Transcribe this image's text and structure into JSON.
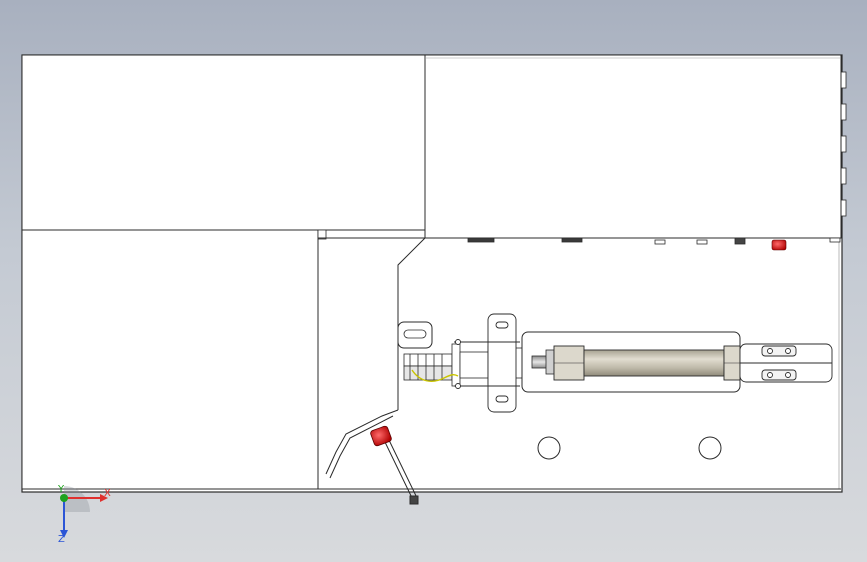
{
  "triad": {
    "x_label": "X",
    "y_label": "Y",
    "z_label": "Z"
  },
  "colors": {
    "background_top": "#a8b0bf",
    "background_bottom": "#d8dadd",
    "edge": "#2b2b2b",
    "face": "#ffffff",
    "accent_red": "#d81b1b",
    "wire_yellow": "#c9c400",
    "cylinder_gray": "#c8c3b5",
    "axis_x": "#e0302e",
    "axis_y": "#1ea31e",
    "axis_z": "#2b55d6"
  }
}
